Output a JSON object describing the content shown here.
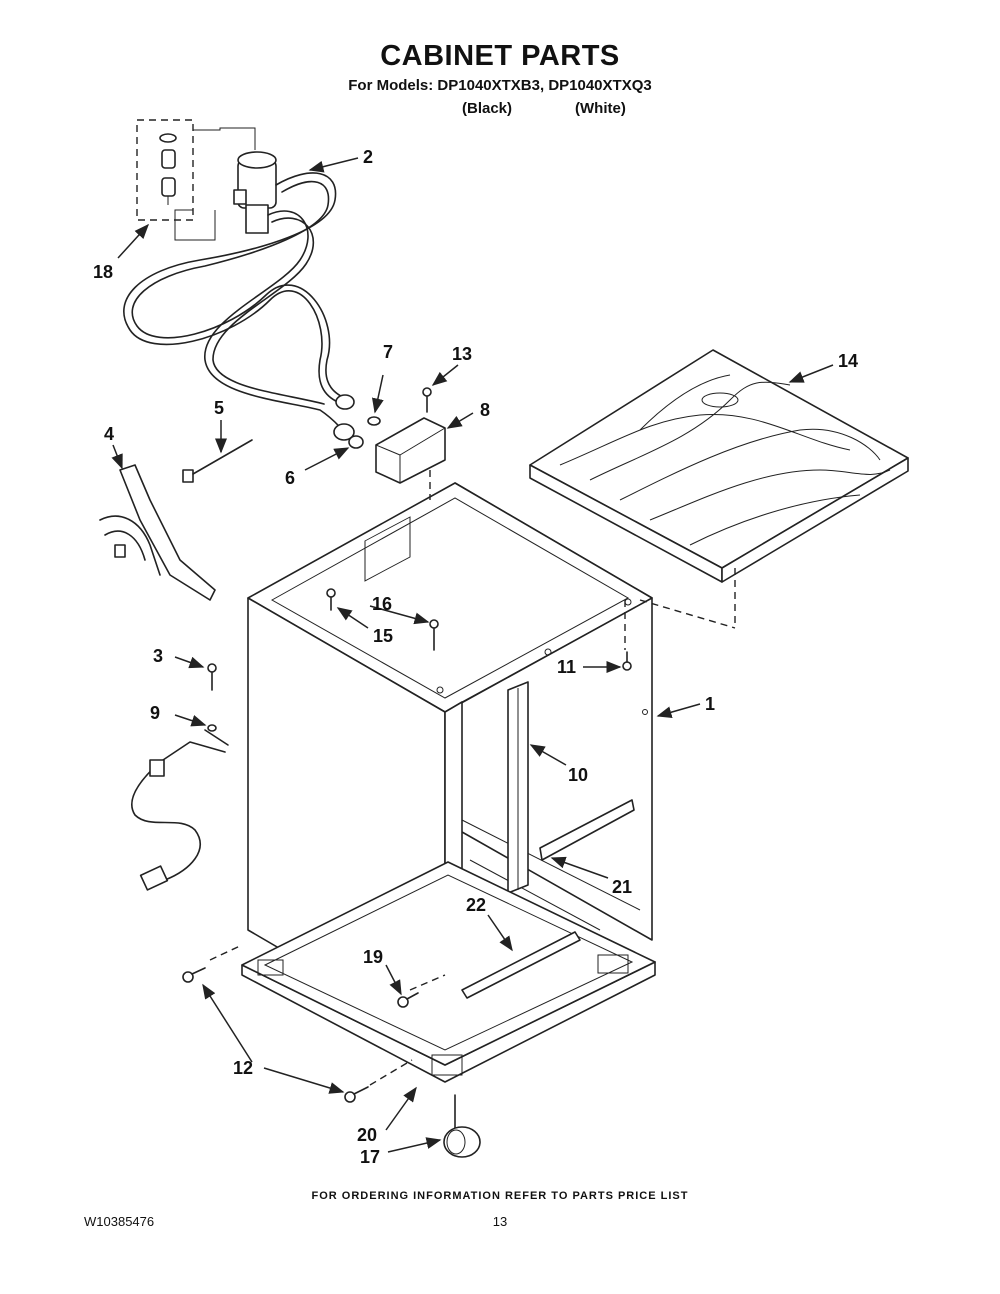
{
  "header": {
    "title": "CABINET PARTS",
    "models_line": "For Models: DP1040XTXB3, DP1040XTXQ3",
    "color_black": "(Black)",
    "color_white": "(White)"
  },
  "footer": {
    "ordering_note": "FOR ORDERING INFORMATION REFER TO PARTS PRICE LIST",
    "document_id": "W10385476",
    "page_number": "13"
  },
  "callouts": [
    {
      "id": "c1",
      "label": "1"
    },
    {
      "id": "c2",
      "label": "2"
    },
    {
      "id": "c3",
      "label": "3"
    },
    {
      "id": "c4",
      "label": "4"
    },
    {
      "id": "c5",
      "label": "5"
    },
    {
      "id": "c6",
      "label": "6"
    },
    {
      "id": "c7",
      "label": "7"
    },
    {
      "id": "c8",
      "label": "8"
    },
    {
      "id": "c9",
      "label": "9"
    },
    {
      "id": "c10",
      "label": "10"
    },
    {
      "id": "c11",
      "label": "11"
    },
    {
      "id": "c12",
      "label": "12"
    },
    {
      "id": "c13",
      "label": "13"
    },
    {
      "id": "c14",
      "label": "14"
    },
    {
      "id": "c15",
      "label": "15"
    },
    {
      "id": "c16",
      "label": "16"
    },
    {
      "id": "c17",
      "label": "17"
    },
    {
      "id": "c18",
      "label": "18"
    },
    {
      "id": "c19",
      "label": "19"
    },
    {
      "id": "c20",
      "label": "20"
    },
    {
      "id": "c21",
      "label": "21"
    },
    {
      "id": "c22",
      "label": "22"
    }
  ]
}
